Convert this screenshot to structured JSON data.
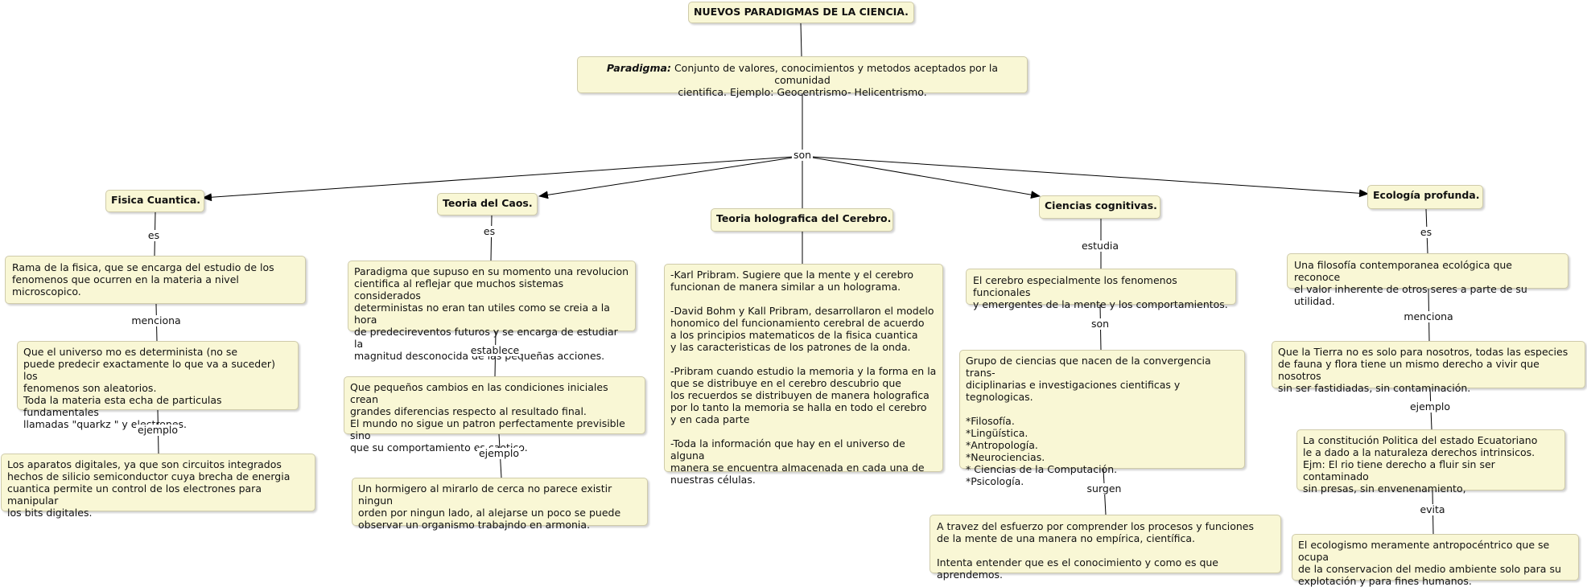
{
  "title": "NUEVOS PARADIGMAS DE LA CIENCIA.",
  "paradigm": {
    "term": "Paradigma:",
    "definition": "Conjunto de valores, conocimientos y metodos aceptados por la comunidad\ncientifica. Ejemplo: Geocentrismo- Helicentrismo."
  },
  "link_son": "son",
  "branches": {
    "fisica": {
      "title": "Fisica Cuantica.",
      "l1": "es",
      "n1": "Rama de la fisica, que se encarga del estudio de los\nfenomenos que ocurren en la materia a nivel microscopico.",
      "l2": "menciona",
      "n2": " Que el universo mo es determinista (no se\npuede predecir exactamente lo que va a suceder) los\nfenomenos son aleatorios.\nToda la materia esta echa de particulas fundamentales\nllamadas \"quarkz \" y electrones.",
      "l3": "ejemplo",
      "n3": "Los aparatos digitales, ya que son circuitos integrados\nhechos de silicio  semiconductor cuya brecha de energia\ncuantica permite un control de los electrones para manipular\nlos bits digitales."
    },
    "caos": {
      "title": "Teoria del Caos.",
      "l1": "es",
      "n1": "Paradigma que supuso en su momento una revolucion\ncientifica al reflejar que muchos sistemas considerados\ndeterministas no eran tan utiles como se creia a la hora\nde predecireventos futuros y se encarga de estudiar la\nmagnitud desconocida de las pequeñas acciones.",
      "l2": "establece",
      "n2": "Que pequeños cambios en las condiciones iniciales crean\ngrandes diferencias respecto al resultado final.\nEl mundo no sigue un patron perfectamente previsible sino\nque su comportamiento es caotico.",
      "l3": "ejemplo",
      "n3": "Un hormigero al mirarlo de cerca no parece existir ningun\norden por ningun lado, al alejarse un poco se puede\nobservar un organismo trabajndo en armonia."
    },
    "holo": {
      "title": "Teoria holografica del Cerebro.",
      "n1": "-Karl Pribram. Sugiere que la mente y el cerebro\nfuncionan de manera similar a un holograma.\n\n-David Bohm y Kall Pribram, desarrollaron el modelo\nhonomico del funcionamiento cerebral de acuerdo\na los principios matematicos de la fisica cuantica\ny las caracteristicas de los patrones de la onda.\n\n-Pribram cuando estudio la memoria y la forma en la\nque se distribuye en el cerebro descubrio que\nlos recuerdos se distribuyen de manera holografica\npor lo tanto la memoria se halla en todo el cerebro\n y en cada parte\n\n-Toda la información que hay en el universo de alguna\nmanera se encuentra almacenada en cada una de\nnuestras células."
    },
    "cog": {
      "title": "Ciencias cognitivas.",
      "l1": "estudia",
      "n1": "El cerebro especialmente los fenomenos funcionales\ny emergentes de la mente y los comportamientos.",
      "l2": "son",
      "n2": "Grupo de ciencias que nacen de la convergencia trans-\ndiciplinarias e investigaciones cientificas y tegnologicas.\n\n*Filosofía.\n*Lingüística.\n*Antropología.\n*Neurociencias.\n* Ciencias de la Computación.\n*Psicología.",
      "l3": "surgen",
      "n3": "A travez del esfuerzo por comprender los procesos y funciones\nde la mente de una manera no empírica, científica.\n\nIntenta entender que es el conocimiento y como es que aprendemos."
    },
    "eco": {
      "title": "Ecología profunda.",
      "l1": "es",
      "n1": "Una filosofía contemporanea ecológica que reconoce\nel valor inherente de otros seres a parte de su utilidad.",
      "l2": "menciona",
      "n2": "Que la Tierra no es solo para nosotros, todas las especies\n de fauna y flora tiene un mismo derecho a vivir que nosotros\nsin ser fastidiadas, sin contaminación.",
      "l3": "ejemplo",
      "n3": "La constitución Politica del estado Ecuatoriano\nle a dado a la naturaleza derechos intrinsicos.\nEjm: El rio tiene derecho a fluir sin ser contaminado\nsin presas, sin envenenamiento,",
      "l4": "evita",
      "n4": "El ecologismo meramente antropocéntrico que se ocupa\nde la conservacion del medio ambiente solo para su\nexplotación y para fines humanos."
    }
  }
}
